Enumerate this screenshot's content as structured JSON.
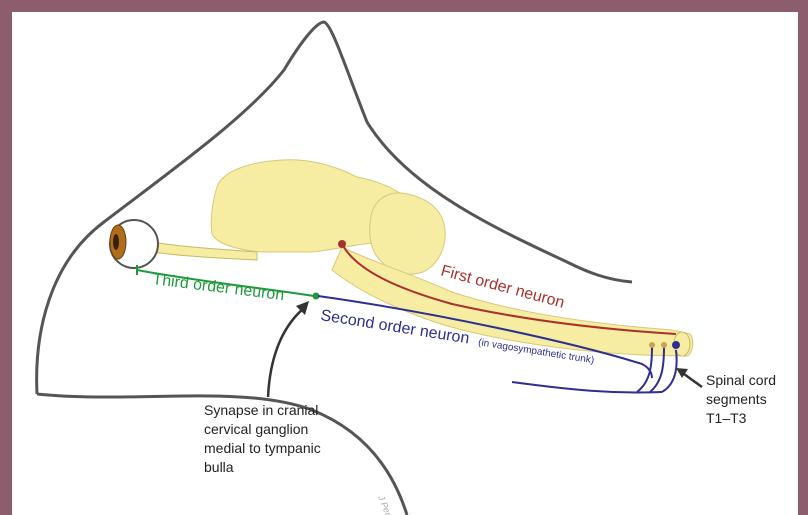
{
  "labels": {
    "first_order": "First order neuron",
    "second_order": "Second order neuron",
    "second_order_note": "(in vagosympathetic trunk)",
    "third_order": "Third order neuron",
    "spinal_line1": "Spinal cord",
    "spinal_line2": "segments",
    "spinal_line3": "T1–T3",
    "synapse_line1": "Synapse in cranial",
    "synapse_line2": "cervical ganglion",
    "synapse_line3": "medial to tympanic",
    "synapse_line4": "bulla",
    "signature": "J Pender"
  },
  "colors": {
    "frame": "#8b5d6d",
    "outline": "#555555",
    "brain": "#f6eca2",
    "first_order": "#a8312d",
    "second_order": "#2e2f92",
    "third_order": "#1f9a3c",
    "iris": "#b06d1c"
  }
}
